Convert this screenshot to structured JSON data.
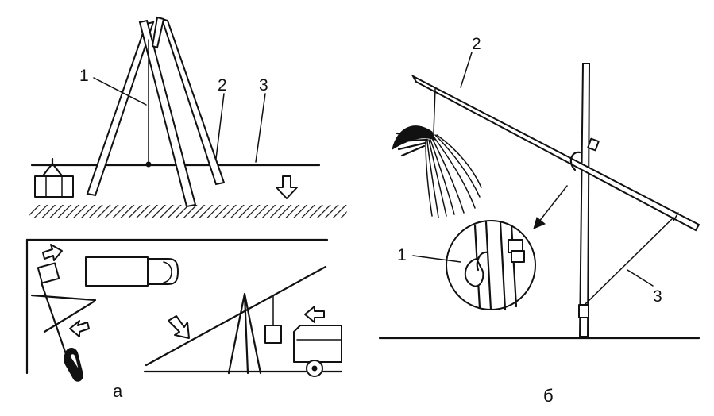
{
  "panel_a": {
    "caption": "а",
    "labels": {
      "l1": "1",
      "l2": "2",
      "l3": "3"
    }
  },
  "panel_b": {
    "caption": "б",
    "labels": {
      "l1": "1",
      "l2": "2",
      "l3": "3"
    }
  }
}
